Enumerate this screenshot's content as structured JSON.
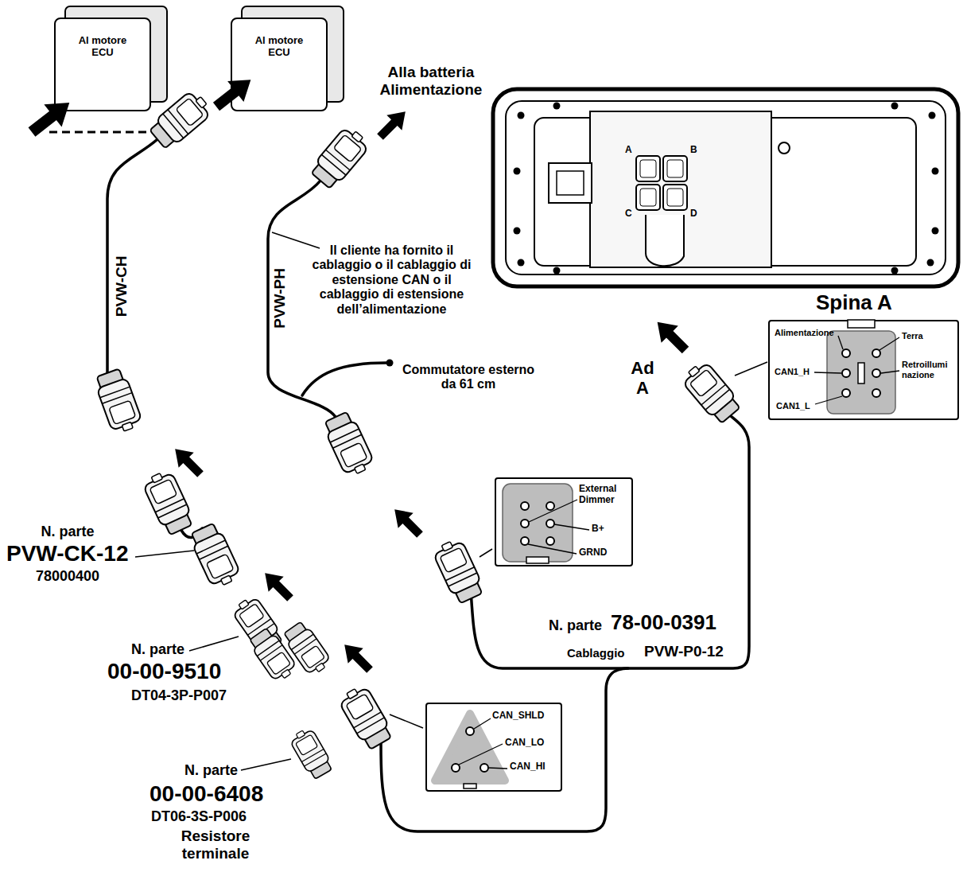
{
  "diagram": {
    "nodes": [
      {
        "text": [
          "Al motore ECU"
        ]
      },
      {
        "text": [
          "Al motore ECU"
        ]
      },
      {
        "text": [
          "Spina A",
          "Alimentazione",
          "Terra",
          "CAN1_H",
          "Retroillumi nazione",
          "CAN1_L"
        ]
      },
      {
        "text": [
          "External Dimmer",
          "B+",
          "GRND"
        ]
      },
      {
        "text": [
          "CAN_SHLD",
          "CAN_LO",
          "CAN_HI"
        ]
      }
    ],
    "labels": [
      "Alla batteria Alimentazione",
      "PVW-CH",
      "PVW-PH",
      "Il cliente ha fornito il cablaggio o il cablaggio di estensione CAN o il cablaggio di estensione dell’alimentazione",
      "A",
      "B",
      "C",
      "D",
      "Commutatore esterno da 61 cm",
      "Ad A",
      "N. parte",
      "PVW-CK-12",
      "78000400",
      "N. parte",
      "78-00-0391",
      "Cablaggio",
      "PVW-P0-12",
      "N. parte",
      "00-00-9510",
      "DT04-3P-P007",
      "N. parte",
      "00-00-6408",
      "DT06-3S-P006",
      "Resistore terminale"
    ]
  }
}
